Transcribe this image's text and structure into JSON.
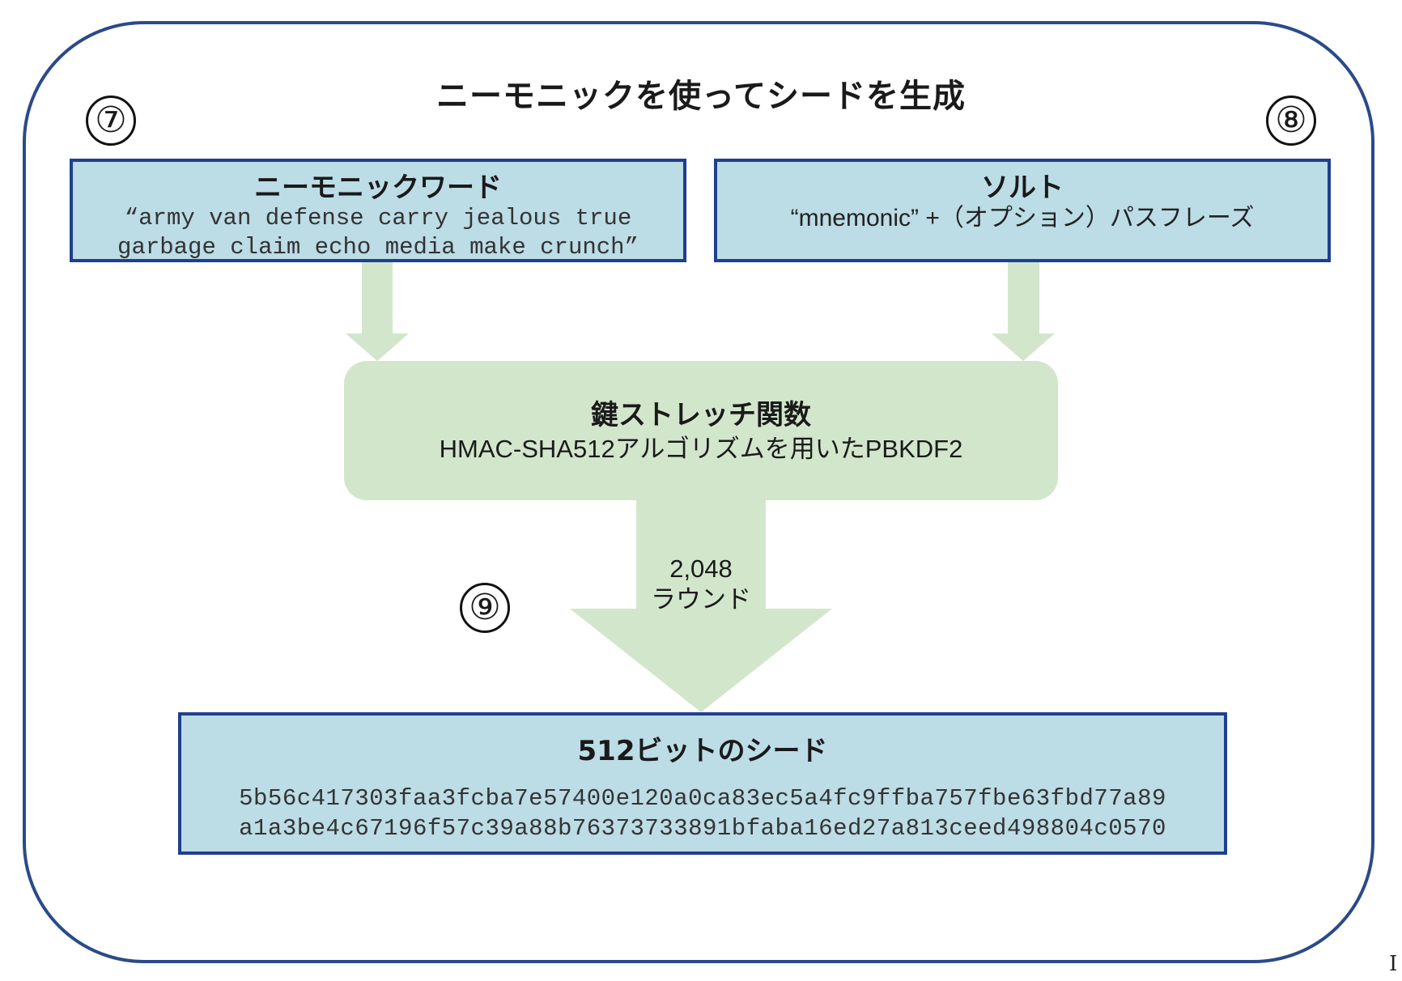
{
  "title": "ニーモニックを使ってシードを生成",
  "markers": {
    "m7": "⑦",
    "m8": "⑧",
    "m9": "⑨"
  },
  "mnemonic_box": {
    "title": "ニーモニックワード",
    "line1": "“army van defense carry jealous true",
    "line2": "garbage claim echo media make crunch”"
  },
  "salt_box": {
    "title": "ソルト",
    "line1": "“mnemonic” +（オプション）パスフレーズ"
  },
  "kdf_box": {
    "title": "鍵ストレッチ関数",
    "subtitle": "HMAC-SHA512アルゴリズムを用いたPBKDF2"
  },
  "rounds": {
    "count": "2,048",
    "unit": "ラウンド"
  },
  "seed_box": {
    "title": "512ビットのシード",
    "line1": "5b56c417303faa3fcba7e57400e120a0ca83ec5a4fc9ffba757fbe63fbd77a89",
    "line2": "a1a3be4c67196f57c39a88b76373733891bfaba16ed27a813ceed498804c0570"
  },
  "colors": {
    "frame": "#2a4a8a",
    "box_fill": "#bcdce6",
    "box_border": "#1f3f8f",
    "arrow_fill": "#d2e6cc"
  },
  "cursor_icon": "text-cursor-icon"
}
